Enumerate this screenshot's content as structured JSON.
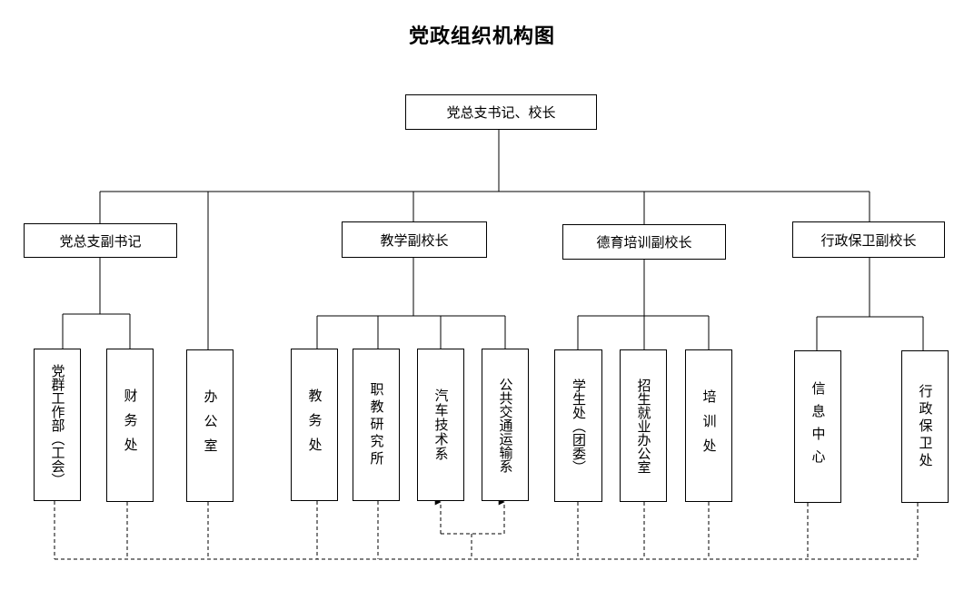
{
  "title": "党政组织机构图",
  "top": {
    "label": "党总支书记、校长"
  },
  "level2": [
    {
      "key": "deputy-party-secretary",
      "label": "党总支副书记"
    },
    {
      "key": "teaching-vice-principal",
      "label": "教学副校长"
    },
    {
      "key": "moral-training-vice-principal",
      "label": "德育培训副校长"
    },
    {
      "key": "admin-security-vice-principal",
      "label": "行政保卫副校长"
    }
  ],
  "units": [
    {
      "key": "party-mass-work",
      "label": "党群工作部（工会）"
    },
    {
      "key": "finance",
      "label": "财务处"
    },
    {
      "key": "office",
      "label": "办公室"
    },
    {
      "key": "academic-affairs",
      "label": "教务处"
    },
    {
      "key": "vocational-research",
      "label": "职教研究所"
    },
    {
      "key": "automotive-tech",
      "label": "汽车技术系"
    },
    {
      "key": "public-transport",
      "label": "公共交通运输系"
    },
    {
      "key": "student-affairs",
      "label": "学生处（团委）"
    },
    {
      "key": "enrollment-employment",
      "label": "招生就业办公室"
    },
    {
      "key": "training",
      "label": "培训处"
    },
    {
      "key": "info-center",
      "label": "信息中心"
    },
    {
      "key": "admin-security",
      "label": "行政保卫处"
    }
  ]
}
